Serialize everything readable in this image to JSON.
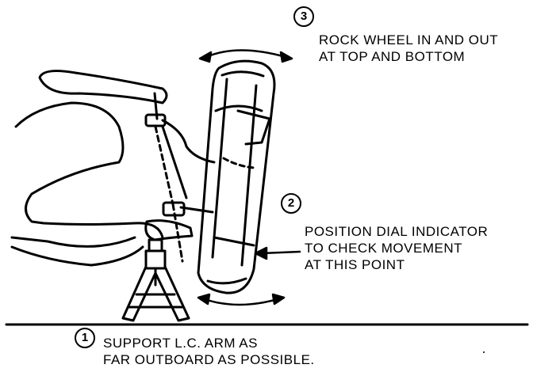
{
  "steps": [
    {
      "number": "1",
      "lines": [
        "SUPPORT L.C. ARM AS",
        "FAR OUTBOARD AS POSSIBLE."
      ]
    },
    {
      "number": "2",
      "lines": [
        "POSITION DIAL INDICATOR",
        "TO CHECK MOVEMENT",
        "AT THIS POINT"
      ]
    },
    {
      "number": "3",
      "lines": [
        "ROCK WHEEL IN AND OUT",
        "AT TOP AND BOTTOM"
      ]
    }
  ],
  "colors": {
    "ink": "#000000",
    "paper": "#ffffff"
  }
}
